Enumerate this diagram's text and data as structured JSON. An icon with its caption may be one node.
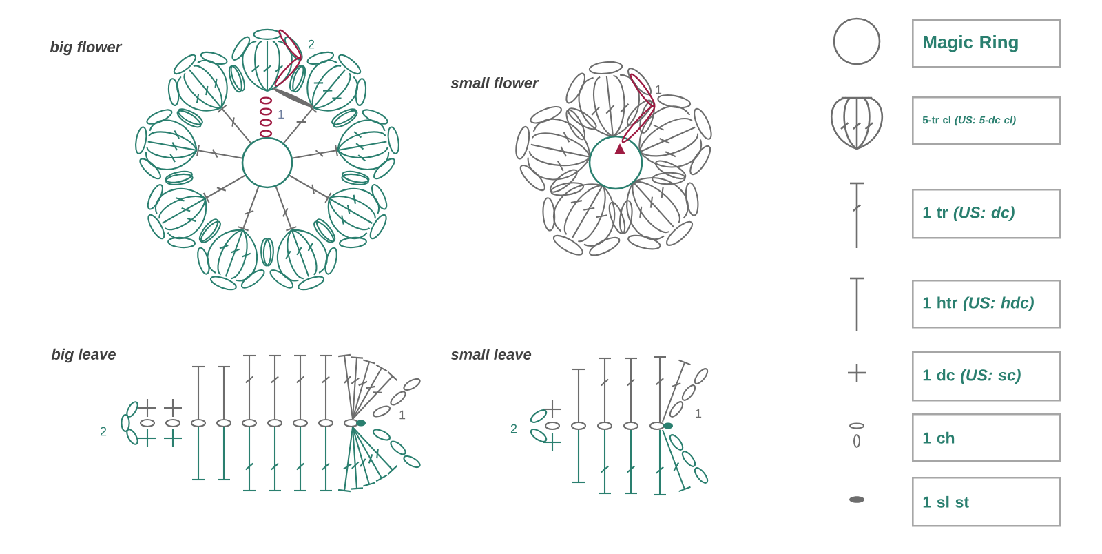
{
  "diagram": {
    "labels": [
      "big flower",
      "2",
      "1",
      "small flower",
      "1",
      "big leave",
      "2",
      "1",
      "small leave",
      "2",
      "1"
    ],
    "legend": [
      {
        "text": "Magic Ring"
      },
      {
        "text": "5-tr cl *(US: 5-dc cl)*"
      },
      {
        "text": "1 tr *(US: dc)*"
      },
      {
        "text": "1 htr *(US: hdc)*"
      },
      {
        "text": "1 dc *(US: sc)*"
      },
      {
        "text": "1 ch"
      },
      {
        "text": "1 sl st"
      }
    ]
  }
}
